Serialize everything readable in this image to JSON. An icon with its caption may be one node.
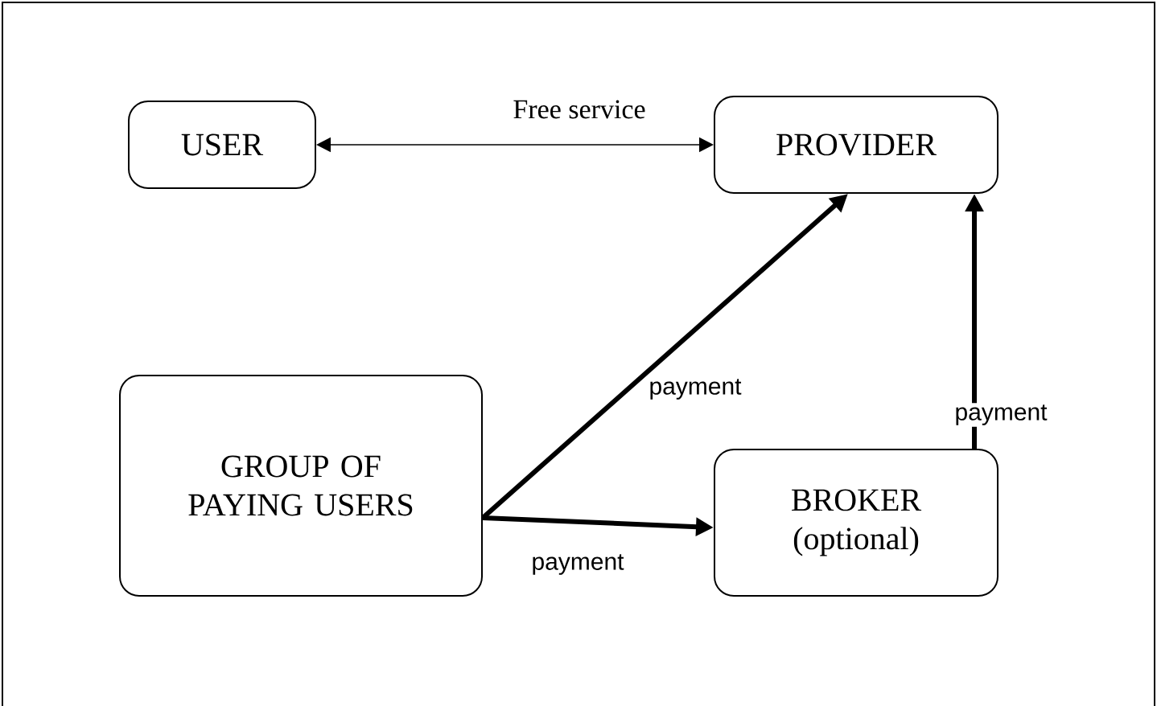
{
  "diagram": {
    "nodes": [
      {
        "text": [
          "USER"
        ]
      },
      {
        "text": [
          "PROVIDER"
        ]
      },
      {
        "text": [
          "GROUP OF PAYING USERS"
        ]
      },
      {
        "text": [
          "BROKER (optional)"
        ]
      }
    ],
    "edges": [
      {
        "from": 0,
        "to": 1,
        "arrow": "both",
        "label": "Free service"
      },
      {
        "from": 2,
        "to": 1,
        "arrow": "to",
        "label": "payment"
      },
      {
        "from": 2,
        "to": 3,
        "arrow": "to",
        "label": "payment"
      },
      {
        "from": 3,
        "to": 1,
        "arrow": "to",
        "label": "payment"
      }
    ]
  }
}
